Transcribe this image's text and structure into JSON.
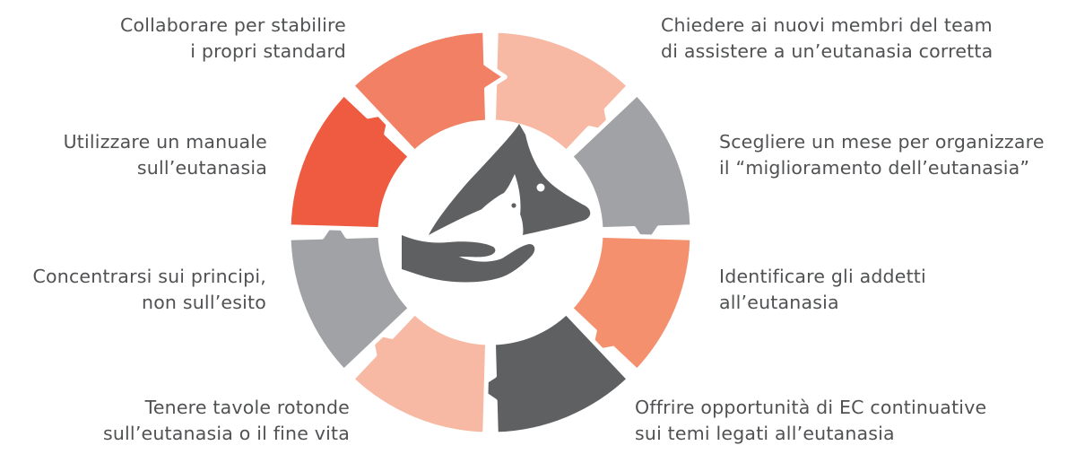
{
  "diagram": {
    "center_icon": "hand-holding-cat-and-dog-icon",
    "segments": [
      {
        "position": "top-right",
        "color": "#f7b9a3"
      },
      {
        "position": "right-upper",
        "color": "#a1a2a5"
      },
      {
        "position": "right-lower",
        "color": "#f5906f"
      },
      {
        "position": "bottom-right",
        "color": "#5f6062"
      },
      {
        "position": "bottom-left",
        "color": "#f7b9a3"
      },
      {
        "position": "left-lower",
        "color": "#a1a2a5"
      },
      {
        "position": "left-upper",
        "color": "#ef5b40"
      },
      {
        "position": "top-left",
        "color": "#f28065"
      }
    ],
    "labels": {
      "top_left": {
        "line1": "Collaborare per stabilire",
        "line2": "i propri standard"
      },
      "left_upper": {
        "line1": "Utilizzare un manuale",
        "line2": "sull’eutanasia"
      },
      "left_lower": {
        "line1": "Concentrarsi sui principi,",
        "line2": "non sull’esito"
      },
      "bottom_left": {
        "line1": "Tenere tavole rotonde",
        "line2": "sull’eutanasia o il fine vita"
      },
      "top_right": {
        "line1": "Chiedere ai nuovi membri del team",
        "line2": "di assistere a un’eutanasia corretta"
      },
      "right_upper": {
        "line1": "Scegliere un mese per organizzare",
        "line2": "il “miglioramento dell’eutanasia”"
      },
      "right_lower": {
        "line1": "Identificare gli addetti",
        "line2": "all’eutanasia"
      },
      "bottom_right": {
        "line1": "Offrire opportunità di EC continuative",
        "line2": "sui temi legati all’eutanasia"
      }
    }
  }
}
